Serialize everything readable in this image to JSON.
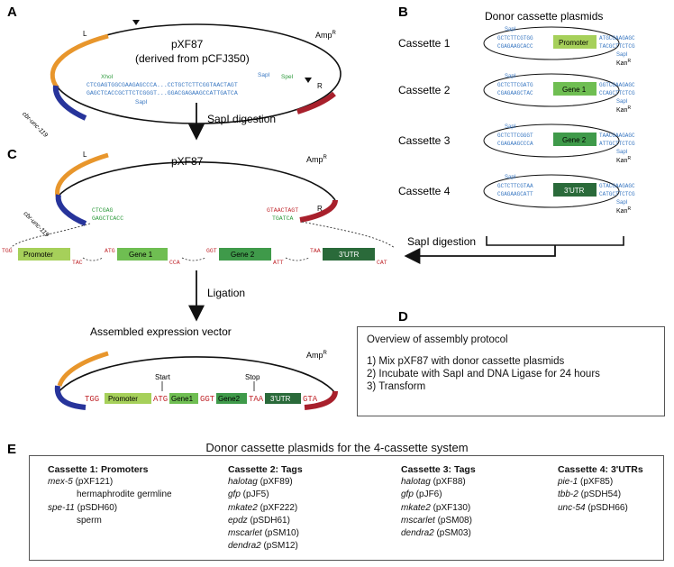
{
  "panels": {
    "a": "A",
    "b": "B",
    "c": "C",
    "d": "D",
    "e": "E"
  },
  "panel_a": {
    "plasmid_name": "pXF87",
    "plasmid_sub": "(derived from pCFJ350)",
    "arm_left": "L",
    "arm_right": "R",
    "amp": "Amp",
    "amp_sup": "R",
    "marker": "cbr-unc-119",
    "site_xhoi": "XhoI",
    "site_sapi_1": "SapI",
    "site_sapi_2": "SapI",
    "site_spei": "SpeI",
    "seq_top": "CTCGAGTGGCGAAGAGCCCA...CCTGCTCTTCGGTAACTAGT",
    "seq_bottom": "GAGCTCACCGCTTCTCGGGT...GGACGAGAAGCCATTGATCA"
  },
  "step_sapi": "SapI digestion",
  "step_ligation": "Ligation",
  "panel_b": {
    "title": "Donor cassette plasmids",
    "kan": "Kan",
    "kan_sup": "R",
    "site": "SapI",
    "cassettes": [
      {
        "label": "Cassette 1",
        "name": "Promoter",
        "top_left": "GCTCTTCGTGG",
        "bot_left": "CGAGAAGCACC",
        "top_right": "ATGCGAAGAGC",
        "bot_right": "TACGCTTCTCG"
      },
      {
        "label": "Cassette 2",
        "name": "Gene 1",
        "top_left": "GCTCTTCGATG",
        "bot_left": "CGAGAAGCTAC",
        "top_right": "GGTCGAAGAGC",
        "bot_right": "CCAGCTTCTCG"
      },
      {
        "label": "Cassette 3",
        "name": "Gene 2",
        "top_left": "GCTCTTCGGGT",
        "bot_left": "CGAGAAGCCCA",
        "top_right": "TAACGAAGAGC",
        "bot_right": "ATTGCTTCTCG"
      },
      {
        "label": "Cassette 4",
        "name": "3'UTR",
        "top_left": "GCTCTTCGTAA",
        "bot_left": "CGAGAAGCATT",
        "top_right": "GTACGAAGAGC",
        "bot_right": "CATGCTTCTCG"
      }
    ]
  },
  "panel_c": {
    "plasmid_name": "pXF87",
    "arm_left": "L",
    "arm_right": "R",
    "amp": "Amp",
    "amp_sup": "R",
    "marker": "cbr-unc-119",
    "seq_l_top": "CTCGAG",
    "seq_l_bot": "GAGCTCACC",
    "seq_r_top": "GTAACTAGT",
    "seq_r_bot": "TGATCA",
    "fragments": [
      "Promoter",
      "Gene 1",
      "Gene 2",
      "3'UTR"
    ],
    "overhangs_top": [
      "TGG",
      "ATG",
      "GGT",
      "TAA"
    ],
    "overhangs_bot": [
      "TAC",
      "CCA",
      "ATT",
      "CAT"
    ]
  },
  "assembled": {
    "title": "Assembled expression vector",
    "amp": "Amp",
    "amp_sup": "R",
    "start": "Start",
    "stop": "Stop",
    "parts": [
      "TGG",
      "Promoter",
      "ATG",
      "Gene1",
      "GGT",
      "Gene2",
      "TAA",
      "3'UTR",
      "GTA"
    ]
  },
  "panel_d": {
    "title": "Overview of assembly protocol",
    "steps": [
      "1) Mix pXF87 with donor cassette plasmids",
      "2) Incubate with SapI and DNA Ligase for 24 hours",
      "3) Transform"
    ]
  },
  "panel_e": {
    "title": "Donor cassette plasmids for the 4-cassette system",
    "c1_header": "Cassette 1: Promoters",
    "c1_r1_gene": "mex-5",
    "c1_r1_id": " (pXF121)",
    "c1_r1_note": "hermaphrodite germline",
    "c1_r2_gene": "spe-11",
    "c1_r2_id": " (pSDH60)",
    "c1_r2_note": "sperm",
    "c2_header": "Cassette 2: Tags",
    "c2": [
      {
        "gene": "halotag",
        "id": " (pXF89)"
      },
      {
        "gene": "gfp",
        "id": " (pJF5)"
      },
      {
        "gene": "mkate2",
        "id": " (pXF222)"
      },
      {
        "gene": "epdz",
        "id": " (pSDH61)"
      },
      {
        "gene": "mscarlet",
        "id": " (pSM10)"
      },
      {
        "gene": "dendra2",
        "id": " (pSM12)"
      }
    ],
    "c3_header": "Cassette 3: Tags",
    "c3": [
      {
        "gene": "halotag",
        "id": " (pXF88)"
      },
      {
        "gene": "gfp",
        "id": " (pJF6)"
      },
      {
        "gene": "mkate2",
        "id": " (pXF130)"
      },
      {
        "gene": "mscarlet",
        "id": " (pSM08)"
      },
      {
        "gene": "dendra2",
        "id": " (pSM03)"
      }
    ],
    "c4_header": "Cassette 4: 3'UTRs",
    "c4": [
      {
        "gene": "pie-1",
        "id": " (pXF85)"
      },
      {
        "gene": "tbb-2",
        "id": " (pSDH54)"
      },
      {
        "gene": "unc-54",
        "id": " (pSDH66)"
      }
    ]
  },
  "colors": {
    "blue_marker": "#27349b",
    "orange_arm": "#e8962c",
    "red_arm": "#a8202c",
    "promoter": "#a6d05a",
    "gene1": "#6fbe52",
    "gene2": "#3f9a4a",
    "utr": "#2a6a3a",
    "seq_blue": "#3a78c2",
    "seq_red": "#c0262b",
    "seq_green": "#2d9a3c"
  }
}
